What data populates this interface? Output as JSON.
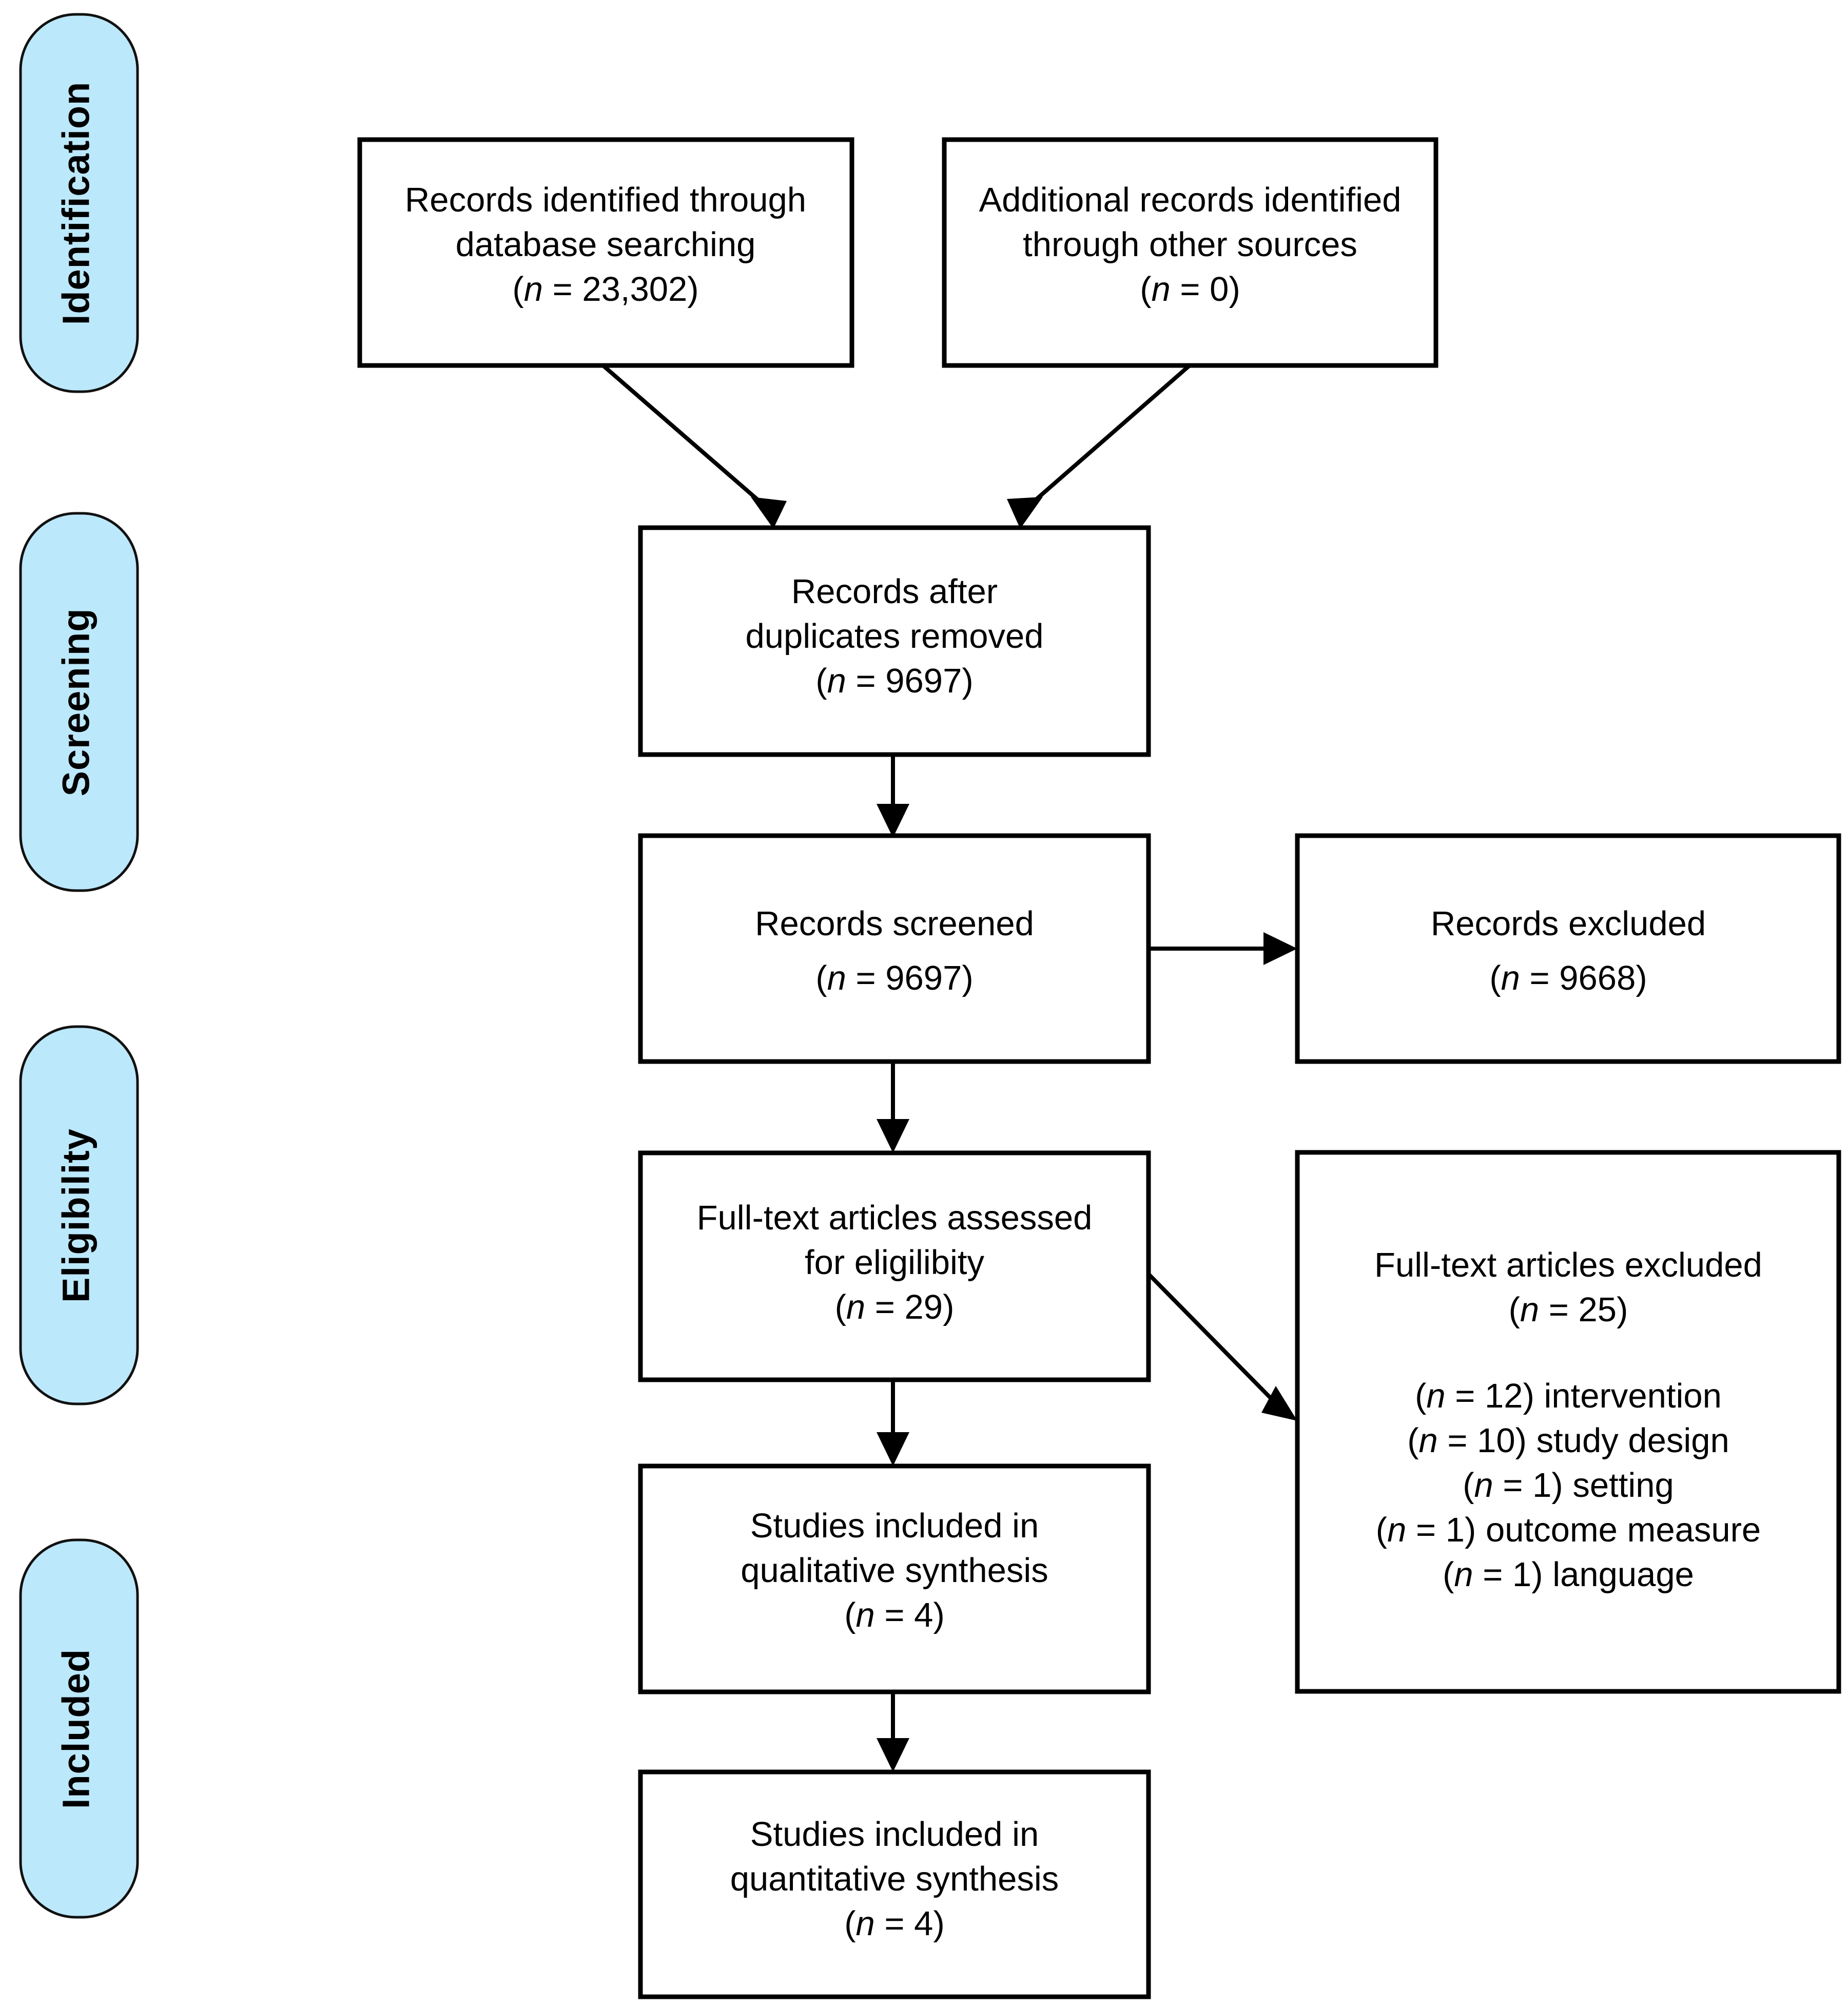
{
  "figure": {
    "type": "prisma-flow-diagram",
    "background_color": "#ffffff",
    "box_border_color": "#000000",
    "stage_pill_color": "#bce8fb",
    "text_color": "#000000"
  },
  "stages": [
    {
      "id": "identification",
      "label": "Identification"
    },
    {
      "id": "screening",
      "label": "Screening"
    },
    {
      "id": "eligibility",
      "label": "Eligibility"
    },
    {
      "id": "included",
      "label": "Included"
    }
  ],
  "boxes": {
    "records_identified_database": {
      "lines": [
        "Records identified through",
        "database searching"
      ],
      "count_prefix": "(",
      "count_symbol": "n",
      "count_equals": " = ",
      "count_value": "23,302",
      "count_suffix": ")"
    },
    "additional_records_other": {
      "lines": [
        "Additional records identified",
        "through other sources"
      ],
      "count_prefix": "(",
      "count_symbol": "n",
      "count_equals": " = ",
      "count_value": "0",
      "count_suffix": ")"
    },
    "records_after_duplicates": {
      "lines": [
        "Records after",
        "duplicates removed"
      ],
      "count_prefix": "(",
      "count_symbol": "n",
      "count_equals": " = ",
      "count_value": "9697",
      "count_suffix": ")"
    },
    "records_screened": {
      "lines": [
        "Records screened"
      ],
      "count_prefix": "(",
      "count_symbol": "n",
      "count_equals": " = ",
      "count_value": "9697",
      "count_suffix": ")"
    },
    "records_excluded": {
      "lines": [
        "Records excluded"
      ],
      "count_prefix": "(",
      "count_symbol": "n",
      "count_equals": " = ",
      "count_value": "9668",
      "count_suffix": ")"
    },
    "fulltext_assessed": {
      "lines": [
        "Full-text articles assessed",
        "for eligilibity"
      ],
      "count_prefix": "(",
      "count_symbol": "n",
      "count_equals": " = ",
      "count_value": "29",
      "count_suffix": ")"
    },
    "fulltext_excluded": {
      "lines": [
        "Full-text articles excluded"
      ],
      "count_prefix": "(",
      "count_symbol": "n",
      "count_equals": " = ",
      "count_value": "25",
      "count_suffix": ")",
      "reasons": [
        {
          "count": "12",
          "reason": "intervention"
        },
        {
          "count": "10",
          "reason": "study design"
        },
        {
          "count": "1",
          "reason": "setting"
        },
        {
          "count": "1",
          "reason": "outcome measure"
        },
        {
          "count": "1",
          "reason": "language"
        }
      ]
    },
    "included_qualitative": {
      "lines": [
        "Studies included in",
        "qualitative synthesis"
      ],
      "count_prefix": "(",
      "count_symbol": "n",
      "count_equals": " = ",
      "count_value": "4",
      "count_suffix": ")"
    },
    "included_quantitative": {
      "lines": [
        "Studies included in",
        "quantitative synthesis"
      ],
      "count_prefix": "(",
      "count_symbol": "n",
      "count_equals": " = ",
      "count_value": "4",
      "count_suffix": ")"
    }
  },
  "chart_data": {
    "type": "diagram",
    "title": "PRISMA flow diagram",
    "nodes": [
      {
        "id": "records_identified_database",
        "stage": "Identification",
        "label": "Records identified through database searching",
        "n": 23302
      },
      {
        "id": "additional_records_other",
        "stage": "Identification",
        "label": "Additional records identified through other sources",
        "n": 0
      },
      {
        "id": "records_after_duplicates",
        "stage": "Screening",
        "label": "Records after duplicates removed",
        "n": 9697
      },
      {
        "id": "records_screened",
        "stage": "Screening",
        "label": "Records screened",
        "n": 9697
      },
      {
        "id": "records_excluded",
        "stage": "Screening",
        "label": "Records excluded",
        "n": 9668
      },
      {
        "id": "fulltext_assessed",
        "stage": "Eligibility",
        "label": "Full-text articles assessed for eligilibity",
        "n": 29
      },
      {
        "id": "fulltext_excluded",
        "stage": "Eligibility",
        "label": "Full-text articles excluded",
        "n": 25
      },
      {
        "id": "included_qualitative",
        "stage": "Included",
        "label": "Studies included in qualitative synthesis",
        "n": 4
      },
      {
        "id": "included_quantitative",
        "stage": "Included",
        "label": "Studies included in quantitative synthesis",
        "n": 4
      }
    ],
    "edges": [
      {
        "from": "records_identified_database",
        "to": "records_after_duplicates"
      },
      {
        "from": "additional_records_other",
        "to": "records_after_duplicates"
      },
      {
        "from": "records_after_duplicates",
        "to": "records_screened"
      },
      {
        "from": "records_screened",
        "to": "records_excluded"
      },
      {
        "from": "records_screened",
        "to": "fulltext_assessed"
      },
      {
        "from": "fulltext_assessed",
        "to": "fulltext_excluded"
      },
      {
        "from": "fulltext_assessed",
        "to": "included_qualitative"
      },
      {
        "from": "included_qualitative",
        "to": "included_quantitative"
      }
    ]
  }
}
